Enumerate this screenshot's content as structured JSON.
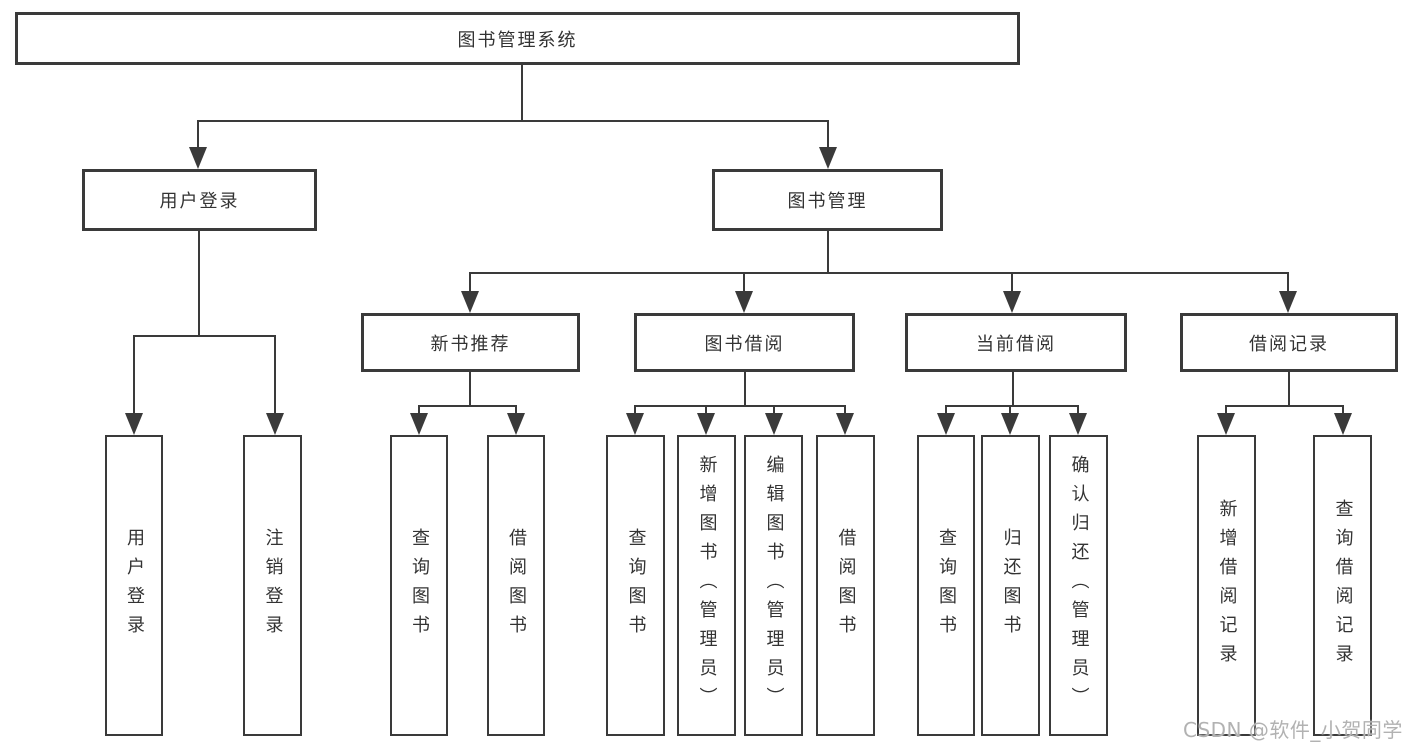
{
  "root": {
    "label": "图书管理系统"
  },
  "branches": {
    "user_login": {
      "label": "用户登录",
      "children": [
        {
          "label": "用户登录"
        },
        {
          "label": "注销登录"
        }
      ]
    },
    "book_management": {
      "label": "图书管理"
    }
  },
  "groups": [
    {
      "label": "新书推荐",
      "children": [
        {
          "label": "查询图书"
        },
        {
          "label": "借阅图书"
        }
      ]
    },
    {
      "label": "图书借阅",
      "children": [
        {
          "label": "查询图书"
        },
        {
          "label": "新增图书（管理员）"
        },
        {
          "label": "编辑图书（管理员）"
        },
        {
          "label": "借阅图书"
        }
      ]
    },
    {
      "label": "当前借阅",
      "children": [
        {
          "label": "查询图书"
        },
        {
          "label": "归还图书"
        },
        {
          "label": "确认归还（管理员）"
        }
      ]
    },
    {
      "label": "借阅记录",
      "children": [
        {
          "label": "新增借阅记录"
        },
        {
          "label": "查询借阅记录"
        }
      ]
    }
  ],
  "watermark": {
    "text": "CSDN @软件_小贺同学"
  },
  "colors": {
    "line": "#3a3a3a",
    "box_border": "#3a3a3a",
    "text": "#333333",
    "watermark": "#b2b2b2",
    "background": "#ffffff"
  }
}
